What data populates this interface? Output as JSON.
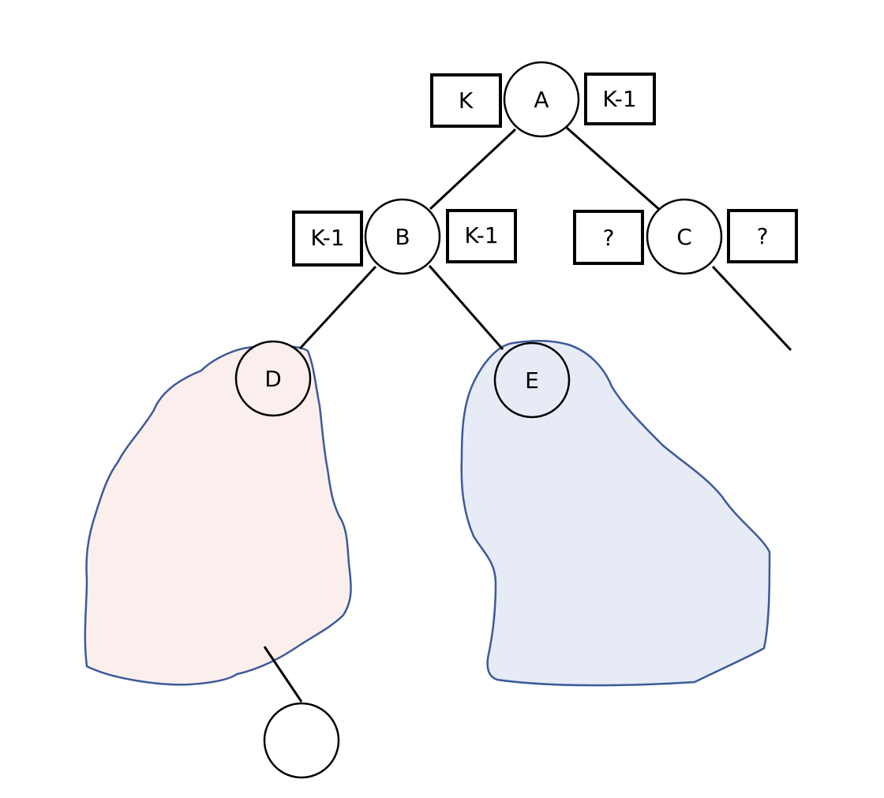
{
  "nodes": {
    "a": "A",
    "b": "B",
    "c": "C",
    "d": "D",
    "e": "E",
    "bottom": ""
  },
  "boxes": {
    "a_left": "K",
    "a_right": "K-1",
    "b_left": "K-1",
    "b_right": "K-1",
    "c_left": "?",
    "c_right": "?"
  },
  "colors": {
    "d_subtree_fill": "#fbefee",
    "e_subtree_fill": "#e6ebf6",
    "subtree_outline": "#3d5a99",
    "node_fill": "#ffffff",
    "line": "#000000"
  }
}
